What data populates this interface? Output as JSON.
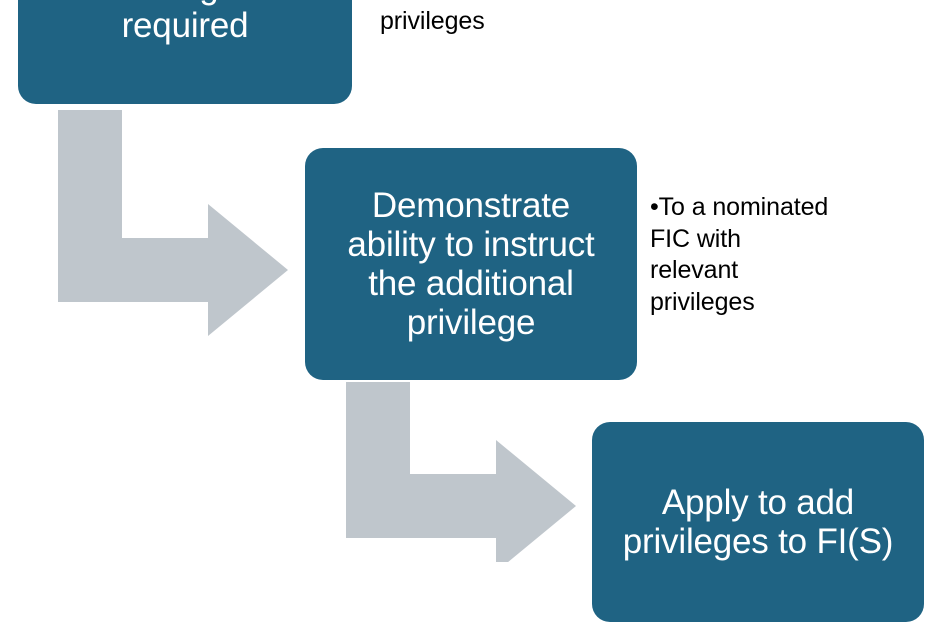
{
  "diagram": {
    "type": "flowchart",
    "accent_color": "#1F6383",
    "arrow_color": "#BFC6CC",
    "text_color": "#FFFFFF",
    "bullet_text_color": "#000000",
    "nodes": [
      {
        "id": "training",
        "label": "training as\nrequired"
      },
      {
        "id": "demonstrate",
        "label": "Demonstrate\nability to instruct\nthe additional\nprivilege"
      },
      {
        "id": "apply",
        "label": "Apply to add\nprivileges to FI(S)"
      }
    ],
    "annotations": [
      {
        "id": "bullets-top",
        "text": "with relevant\nprivileges"
      },
      {
        "id": "bullets-mid",
        "text": "•To a nominated\n FIC with\n relevant\n privileges"
      }
    ],
    "arrows": [
      {
        "id": "arrow-1",
        "from": "training",
        "to": "demonstrate"
      },
      {
        "id": "arrow-2",
        "from": "demonstrate",
        "to": "apply"
      }
    ]
  }
}
